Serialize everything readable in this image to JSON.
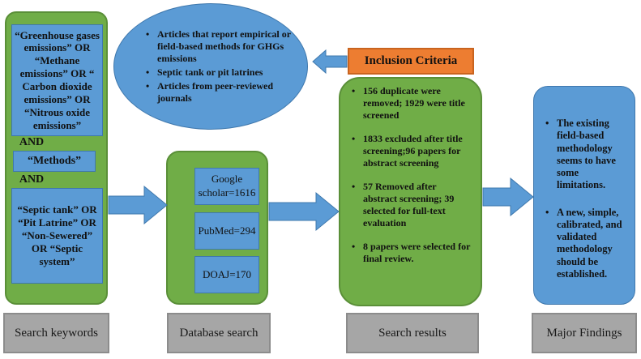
{
  "keywords": {
    "box1": "“Greenhouse gases emissions” OR “Methane emissions” OR “ Carbon dioxide emissions” OR “Nitrous oxide emissions”",
    "and1": "AND",
    "box2": "“Methods”",
    "and2": "AND",
    "box3": "“Septic tank” OR “Pit Latrine” OR “Non-Sewered” OR “Septic system”"
  },
  "databases": [
    "Google scholar=1616",
    "PubMed=294",
    "DOAJ=170"
  ],
  "inclusion_criteria": {
    "label": "Inclusion Criteria",
    "items": [
      "Articles that report empirical or field-based methods for GHGs emissions",
      "Septic tank or pit latrines",
      "Articles from peer-reviewed journals"
    ]
  },
  "search_results": [
    "156 duplicate were removed; 1929 were title screened",
    "1833 excluded after title screening;96 papers for abstract screening",
    "57 Removed after abstract screening; 39 selected for full-text evaluation",
    "8 papers were selected for final review."
  ],
  "major_findings": [
    "The existing field-based methodology seems to have some limitations.",
    "A new, simple, calibrated, and validated methodology should be established."
  ],
  "stage_labels": [
    "Search keywords",
    "Database search",
    "Search results",
    "Major Findings"
  ],
  "colors": {
    "green": "#70ad47",
    "blue": "#5b9bd5",
    "orange": "#ed7d31",
    "gray": "#a6a6a6"
  }
}
